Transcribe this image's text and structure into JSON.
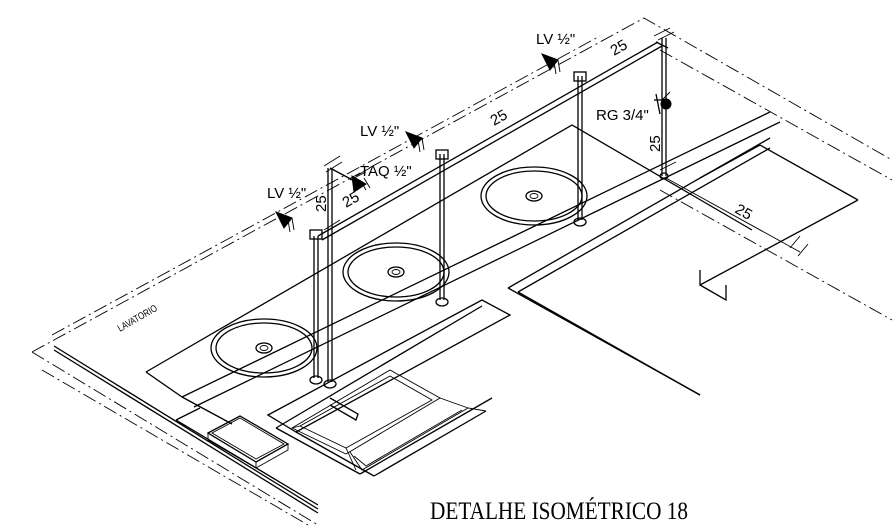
{
  "drawing": {
    "title": "DETALHE ISOMÉTRICO 18",
    "room_label": "LAVATORIO",
    "labels": {
      "lv_left": "LV ½\"",
      "taq": "TAQ ½\"",
      "lv_mid": "LV ½\"",
      "lv_top": "LV ½\"",
      "rg": "RG 3/4\""
    },
    "dimensions": {
      "vertical_left": "25",
      "taq_horizontal": "25",
      "mid_pipe": "25",
      "top_pipe": "25",
      "rg_vertical": "25",
      "right_branch": "25"
    }
  }
}
